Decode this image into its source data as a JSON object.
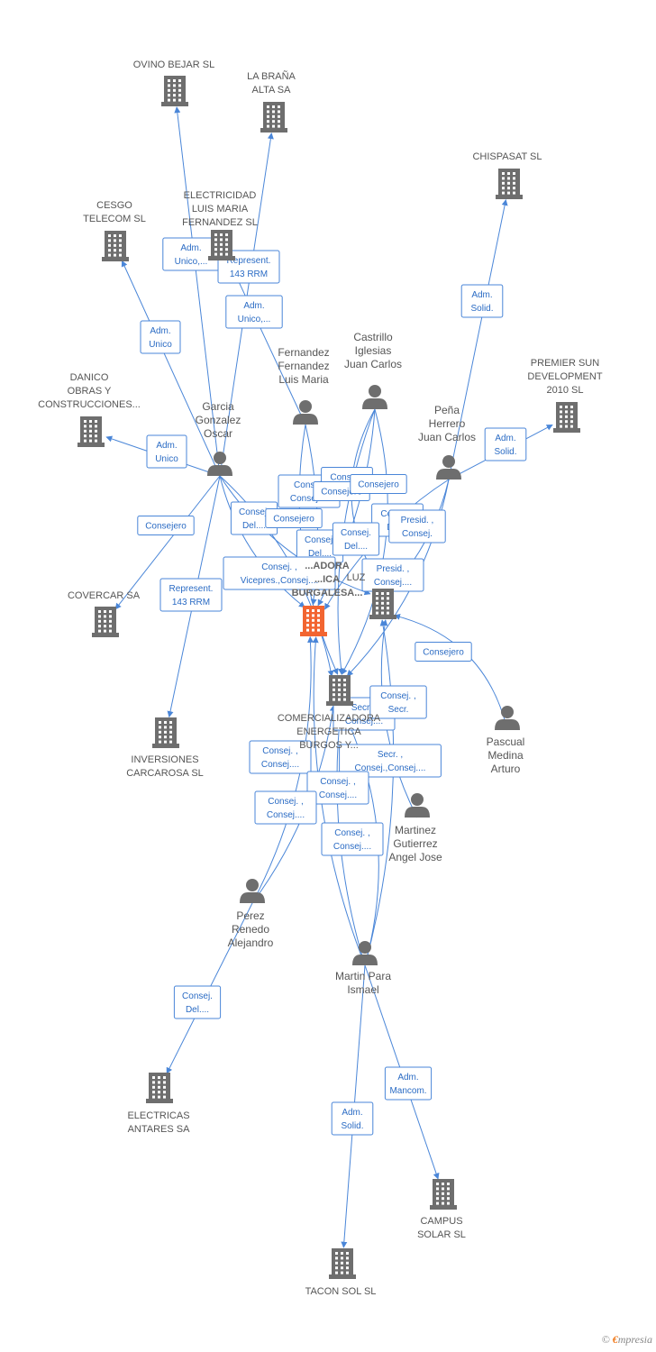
{
  "colors": {
    "edge": "#4a86d8",
    "company_icon": "#6e6e6e",
    "focus_company_icon": "#f26531",
    "person_icon": "#6e6e6e"
  },
  "companies": [
    {
      "id": "ovino",
      "lines": [
        "OVINO BEJAR SL"
      ]
    },
    {
      "id": "brana",
      "lines": [
        "LA BRAÑA",
        "ALTA SA"
      ]
    },
    {
      "id": "chispasat",
      "lines": [
        "CHISPASAT SL"
      ]
    },
    {
      "id": "cesgo",
      "lines": [
        "CESGO",
        "TELECOM SL"
      ]
    },
    {
      "id": "electricidad",
      "lines": [
        "ELECTRICIDAD",
        "LUIS MARIA",
        "FERNANDEZ SL"
      ]
    },
    {
      "id": "premier",
      "lines": [
        "PREMIER SUN",
        "DEVELOPMENT",
        "2010 SL"
      ]
    },
    {
      "id": "danico",
      "lines": [
        "DANICO",
        "OBRAS Y",
        "CONSTRUCCIONES..."
      ]
    },
    {
      "id": "covercar",
      "lines": [
        "COVERCAR SA"
      ]
    },
    {
      "id": "inversiones",
      "lines": [
        "INVERSIONES",
        "CARCAROSA SL"
      ]
    },
    {
      "id": "comercializadora",
      "lines": [
        "COMERCIALIZADORA",
        "ENERGETICA",
        "BURGOS Y..."
      ]
    },
    {
      "id": "luz",
      "lines": [
        "LUZ"
      ]
    },
    {
      "id": "electricas",
      "lines": [
        "ELECTRICAS",
        "ANTARES SA"
      ]
    },
    {
      "id": "campus",
      "lines": [
        "CAMPUS",
        "SOLAR SL"
      ]
    },
    {
      "id": "tacon",
      "lines": [
        "TACON SOL SL"
      ]
    }
  ],
  "focus_company": {
    "id": "focus",
    "lines": [
      "...ADORA",
      "...ICA",
      "BURGALESA..."
    ]
  },
  "persons": [
    {
      "id": "fernandez",
      "lines": [
        "Fernandez",
        "Fernandez",
        "Luis Maria"
      ]
    },
    {
      "id": "castrillo",
      "lines": [
        "Castrillo",
        "Iglesias",
        "Juan Carlos"
      ]
    },
    {
      "id": "pena",
      "lines": [
        "Peña",
        "Herrero",
        "Juan Carlos"
      ]
    },
    {
      "id": "garcia",
      "lines": [
        "Garcia",
        "Gonzalez",
        "Oscar"
      ]
    },
    {
      "id": "pascual",
      "lines": [
        "Pascual",
        "Medina",
        "Arturo"
      ]
    },
    {
      "id": "martinez",
      "lines": [
        "Martinez",
        "Gutierrez",
        "Angel Jose"
      ]
    },
    {
      "id": "perez",
      "lines": [
        "Perez",
        "Renedo",
        "Alejandro"
      ]
    },
    {
      "id": "martin",
      "lines": [
        "Martin Para",
        "Ismael"
      ]
    }
  ],
  "edge_labels": [
    {
      "id": "garcia-cesgo",
      "lines": [
        "Adm.",
        "Unico"
      ]
    },
    {
      "id": "garcia-ovino",
      "lines": [
        "Adm.",
        "Unico,..."
      ]
    },
    {
      "id": "garcia-brana",
      "lines": [
        "Represent.",
        "143 RRM"
      ]
    },
    {
      "id": "fernandez-electricidad",
      "lines": [
        "Adm.",
        "Unico,..."
      ]
    },
    {
      "id": "pena-chispasat",
      "lines": [
        "Adm.",
        "Solid."
      ]
    },
    {
      "id": "pena-premier",
      "lines": [
        "Adm.",
        "Solid."
      ]
    },
    {
      "id": "garcia-danico",
      "lines": [
        "Adm.",
        "Unico"
      ]
    },
    {
      "id": "garcia-covercar",
      "lines": [
        "Consejero"
      ]
    },
    {
      "id": "garcia-inversiones",
      "lines": [
        "Represent.",
        "143 RRM"
      ]
    },
    {
      "id": "e1",
      "lines": [
        "Consej.",
        "Consej...."
      ]
    },
    {
      "id": "e2",
      "lines": [
        "Conse..."
      ]
    },
    {
      "id": "e3",
      "lines": [
        "Consejero"
      ]
    },
    {
      "id": "e4",
      "lines": [
        "Consejero"
      ]
    },
    {
      "id": "e5",
      "lines": [
        "Consej.",
        "Del...."
      ]
    },
    {
      "id": "e6",
      "lines": [
        "Consejero"
      ]
    },
    {
      "id": "e7",
      "lines": [
        "Conse...",
        "Del..."
      ]
    },
    {
      "id": "e8",
      "lines": [
        "Presid. ,",
        "Consej."
      ]
    },
    {
      "id": "e9",
      "lines": [
        "Consej.",
        "Del...."
      ]
    },
    {
      "id": "e10",
      "lines": [
        "Consej.",
        "Del...."
      ]
    },
    {
      "id": "e11",
      "lines": [
        "Consej. ,",
        "Vicepres.,Consej...."
      ]
    },
    {
      "id": "e12",
      "lines": [
        "Presid. ,",
        "Consej...."
      ]
    },
    {
      "id": "pascual-luz",
      "lines": [
        "Consejero"
      ]
    },
    {
      "id": "e13",
      "lines": [
        "Secr. ,",
        "Consej...."
      ]
    },
    {
      "id": "e14",
      "lines": [
        "Consej. ,",
        "Secr."
      ]
    },
    {
      "id": "e15",
      "lines": [
        "Secr. ,",
        "Consej.,Consej...."
      ]
    },
    {
      "id": "e16",
      "lines": [
        "Consej. ,",
        "Consej...."
      ]
    },
    {
      "id": "e17",
      "lines": [
        "Consej. ,",
        "Consej...."
      ]
    },
    {
      "id": "e18",
      "lines": [
        "Consej. ,",
        "Consej...."
      ]
    },
    {
      "id": "e19",
      "lines": [
        "Consej. ,",
        "Consej...."
      ]
    },
    {
      "id": "perez-electricas",
      "lines": [
        "Consej.",
        "Del...."
      ]
    },
    {
      "id": "martin-campus",
      "lines": [
        "Adm.",
        "Mancom."
      ]
    },
    {
      "id": "martin-tacon",
      "lines": [
        "Adm.",
        "Solid."
      ]
    }
  ],
  "footer": {
    "copyright": "©",
    "brand_e": "€",
    "brand_rest": "mpresia"
  }
}
